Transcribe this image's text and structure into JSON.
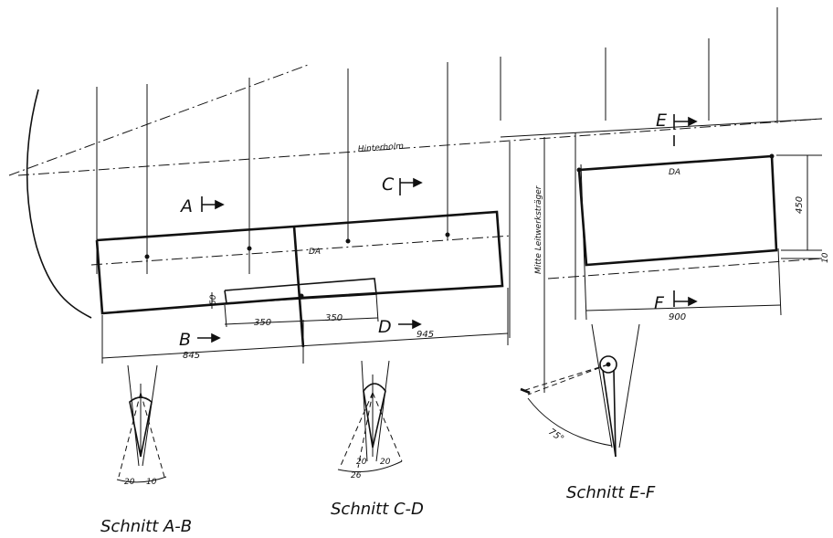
{
  "labels": {
    "hinterholm": "Hinterholm",
    "leitwerkstraeger": "Mitte Leitwerksträger",
    "da_left": "DA",
    "da_right": "DA"
  },
  "section_marks": {
    "a": "A",
    "b": "B",
    "c": "C",
    "d": "D",
    "e": "E",
    "f": "F"
  },
  "dimensions": {
    "d350_left": "350",
    "d350_right": "350",
    "d845_left": "845",
    "d845_right": "945",
    "d50": "50",
    "d900": "900",
    "d450": "450",
    "d10": "10"
  },
  "section_angles": {
    "ab_left": "20",
    "ab_right": "10",
    "cd_left": "20",
    "cd_right": "20",
    "cd_bottom": "26",
    "ef": "75°"
  },
  "captions": {
    "ab": "Schnitt A-B",
    "cd": "Schnitt C-D",
    "ef": "Schnitt E-F"
  }
}
